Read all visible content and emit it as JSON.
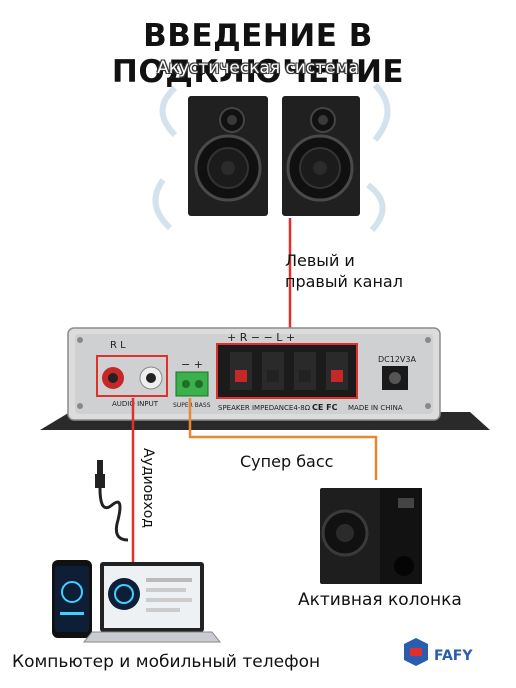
{
  "title": "ВВЕДЕНИЕ В ПОДКЛЮЧЕНИЕ",
  "subtitle": "Акустическая система",
  "labels": {
    "channels_line1": "Левый и",
    "channels_line2": "правый канал",
    "super_bass": "Супер басс",
    "audio_input": "Аудиовход",
    "active_speaker": "Активная колонка",
    "devices": "Компьютер и мобильный телефон"
  },
  "amplifier": {
    "rl_label": "R    L",
    "polarity_label": "+ R −    − L +",
    "bass_polarity": "− +",
    "dc_label": "DC12V3A",
    "audio_input_text": "AUDIO INPUT",
    "super_bass_text": "SUPER BASS",
    "impedance_text": "SPEAKER IMPEDANCE4-8Ω",
    "made_in_text": "MADE IN CHINA",
    "cert_text": "CE FC"
  },
  "brand": {
    "name": "FAFY"
  },
  "colors": {
    "wire_red": "#e0302a",
    "wire_orange": "#e8892f",
    "panel": "#d9dadb"
  }
}
